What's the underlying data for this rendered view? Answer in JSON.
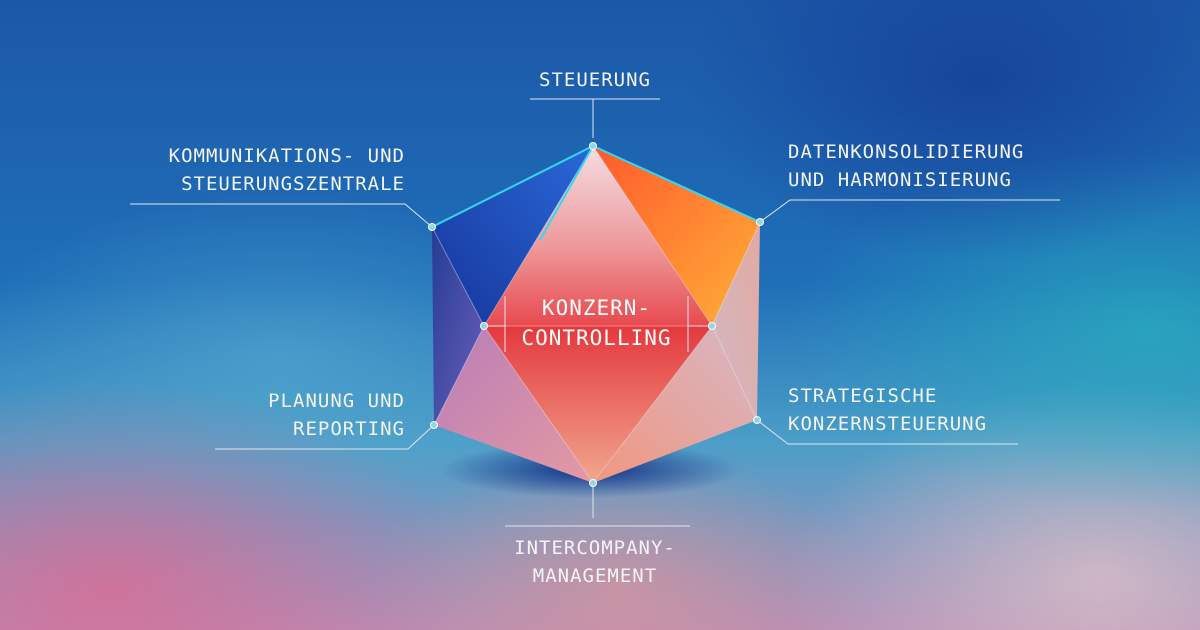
{
  "center": {
    "line1": "KONZERN-",
    "line2": "CONTROLLING"
  },
  "labels": {
    "top": {
      "line1": "STEUERUNG"
    },
    "top_left": {
      "line1": "KOMMUNIKATIONS- UND",
      "line2": "STEUERUNGSZENTRALE"
    },
    "top_right": {
      "line1": "DATENKONSOLIDIERUNG",
      "line2": "UND HARMONISIERUNG"
    },
    "bottom_left": {
      "line1": "PLANUNG UND",
      "line2": "REPORTING"
    },
    "bottom_right": {
      "line1": "STRATEGISCHE",
      "line2": "KONZERNSTEUERUNG"
    },
    "bottom": {
      "line1": "INTERCOMPANY-",
      "line2": "MANAGEMENT"
    }
  },
  "colors": {
    "background_top": "#1c58a8",
    "accent_cyan": "#27c5e0",
    "accent_orange": "#f07a3a",
    "accent_pink": "#d86f96",
    "line_color": "#dfe6ee"
  }
}
